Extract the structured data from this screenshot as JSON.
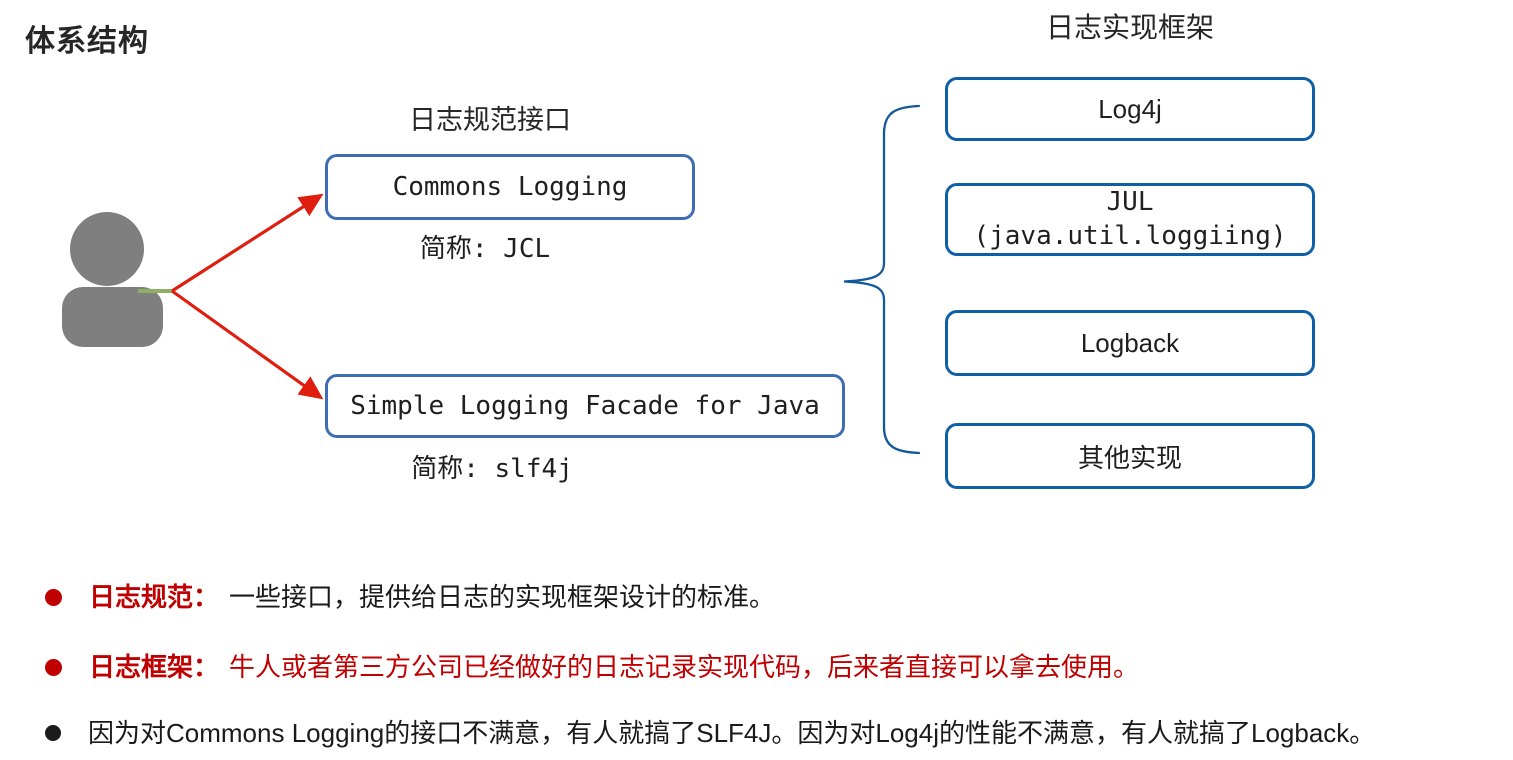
{
  "title": "体系结构",
  "diagram": {
    "spec": {
      "header": "日志规范接口",
      "boxes": [
        {
          "label": "Commons Logging",
          "caption": "简称: JCL"
        },
        {
          "label": "Simple Logging Facade for Java",
          "caption": "简称: slf4j"
        }
      ]
    },
    "impl": {
      "header": "日志实现框架",
      "boxes": [
        {
          "label": "Log4j"
        },
        {
          "label": "JUL",
          "sublabel": "(java.util.loggiing)"
        },
        {
          "label": "Logback"
        },
        {
          "label": "其他实现"
        }
      ]
    },
    "icons": [
      "person-icon",
      "red-arrow-icon",
      "curly-brace-icon",
      "green-connector-line"
    ],
    "colors": {
      "spec_box_border": "#3F6DB4",
      "impl_box_border": "#0F5FA8",
      "brace_blue": "#14589C",
      "arrow_red": "#E01E10",
      "connector_green": "#8FAF63",
      "person_gray": "#7F7F7F",
      "bullet_red": "#C00000",
      "text_black": "#1A1A1A"
    }
  },
  "bullets": [
    {
      "label": "日志规范：",
      "text": "一些接口，提供给日志的实现框架设计的标准。"
    },
    {
      "label": "日志框架：",
      "text": "牛人或者第三方公司已经做好的日志记录实现代码，后来者直接可以拿去使用。"
    },
    {
      "label": "",
      "text": "因为对Commons Logging的接口不满意，有人就搞了SLF4J。因为对Log4j的性能不满意，有人就搞了Logback。"
    }
  ]
}
